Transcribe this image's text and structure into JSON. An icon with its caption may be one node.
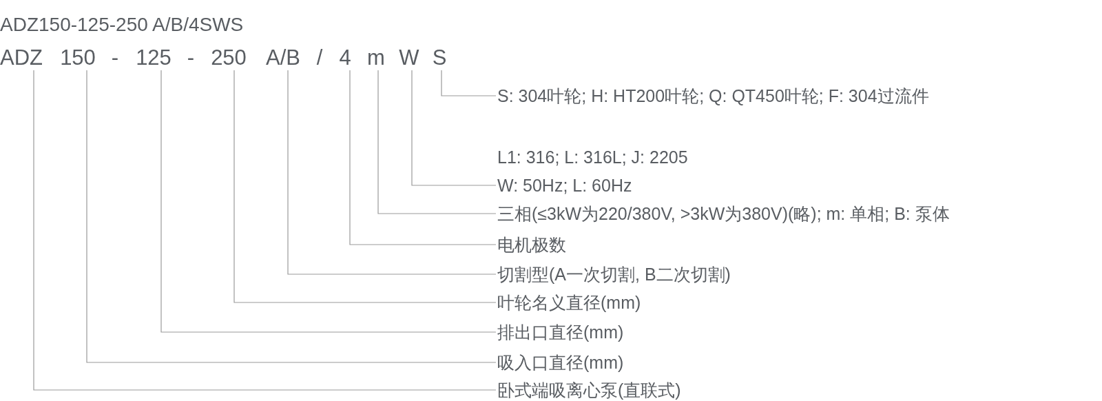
{
  "diagram": {
    "title": "ADZ150-125-250 A/B/4SWS",
    "nodes": [
      {
        "text": [
          "ADZ"
        ]
      },
      {
        "text": [
          "150"
        ]
      },
      {
        "text": [
          "125"
        ]
      },
      {
        "text": [
          "250"
        ]
      },
      {
        "text": [
          "A/B"
        ]
      },
      {
        "text": [
          "4"
        ]
      },
      {
        "text": [
          "m"
        ]
      },
      {
        "text": [
          "W"
        ]
      },
      {
        "text": [
          "S"
        ]
      },
      {
        "text": [
          "S: 304叶轮; H: HT200叶轮; Q: QT450叶轮; F: 304过流件"
        ]
      },
      {
        "text": [
          "W: 50Hz; L: 60Hz"
        ]
      },
      {
        "text": [
          "三相(≤3kW为220/380V, >3kW为380V)(略); m: 单相; B: 泵体"
        ]
      },
      {
        "text": [
          "电机极数"
        ]
      },
      {
        "text": [
          "切割型(A一次切割, B二次切割)"
        ]
      },
      {
        "text": [
          "叶轮名义直径(mm)"
        ]
      },
      {
        "text": [
          "排出口直径(mm)"
        ]
      },
      {
        "text": [
          "吸入口直径(mm)"
        ]
      },
      {
        "text": [
          "卧式端吸离心泵(直联式)"
        ]
      }
    ],
    "edges": [
      {
        "from": 8,
        "to": 9,
        "arrow": "none"
      },
      {
        "from": 7,
        "to": 10,
        "arrow": "none"
      },
      {
        "from": 6,
        "to": 11,
        "arrow": "none"
      },
      {
        "from": 5,
        "to": 12,
        "arrow": "none"
      },
      {
        "from": 4,
        "to": 13,
        "arrow": "none"
      },
      {
        "from": 3,
        "to": 14,
        "arrow": "none"
      },
      {
        "from": 2,
        "to": 15,
        "arrow": "none"
      },
      {
        "from": 1,
        "to": 16,
        "arrow": "none"
      },
      {
        "from": 0,
        "to": 17,
        "arrow": "none"
      }
    ],
    "labels": [
      "-",
      "-",
      "/",
      "L1: 316; L: 316L; J: 2205"
    ]
  }
}
